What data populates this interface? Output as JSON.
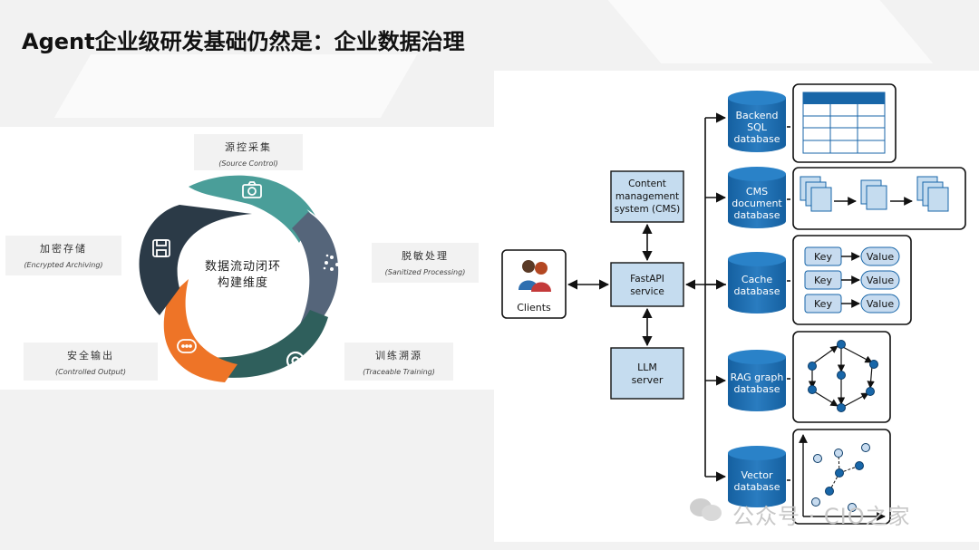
{
  "title": "Agent企业级研发基础仍然是：企业数据治理",
  "cycle": {
    "center_line1": "数据流动闭环",
    "center_line2": "构建维度",
    "stages": [
      {
        "zh": "源控采集",
        "en": "(Source Control)",
        "icon": "camera-icon",
        "color": "#4a9e99"
      },
      {
        "zh": "脱敏处理",
        "en": "(Sanitized Processing)",
        "icon": "sparkle-icon",
        "color": "#55657a"
      },
      {
        "zh": "训练溯源",
        "en": "(Traceable Training)",
        "icon": "refresh-search-icon",
        "color": "#2f5f5c"
      },
      {
        "zh": "安全输出",
        "en": "(Controlled Output)",
        "icon": "output-arrows-icon",
        "color": "#ee7427"
      },
      {
        "zh": "加密存储",
        "en": "(Encrypted Archiving)",
        "icon": "save-disk-icon",
        "color": "#2b3a47"
      }
    ]
  },
  "arch": {
    "clients": "Clients",
    "cms": [
      "Content",
      "management",
      "system (CMS)"
    ],
    "fastapi": [
      "FastAPI",
      "service"
    ],
    "llm": [
      "LLM",
      "server"
    ],
    "databases": [
      [
        "Backend",
        "SQL",
        "database"
      ],
      [
        "CMS",
        "document",
        "database"
      ],
      [
        "Cache",
        "database"
      ],
      [
        "RAG graph",
        "database"
      ],
      [
        "Vector",
        "database"
      ]
    ],
    "kv": {
      "key": "Key",
      "value": "Value"
    }
  },
  "watermark": "公众号 · CIO之家",
  "colors": {
    "db_blue": "#1866a8",
    "box_blue": "#c5dcef",
    "kv_blue": "#c7dbef"
  }
}
